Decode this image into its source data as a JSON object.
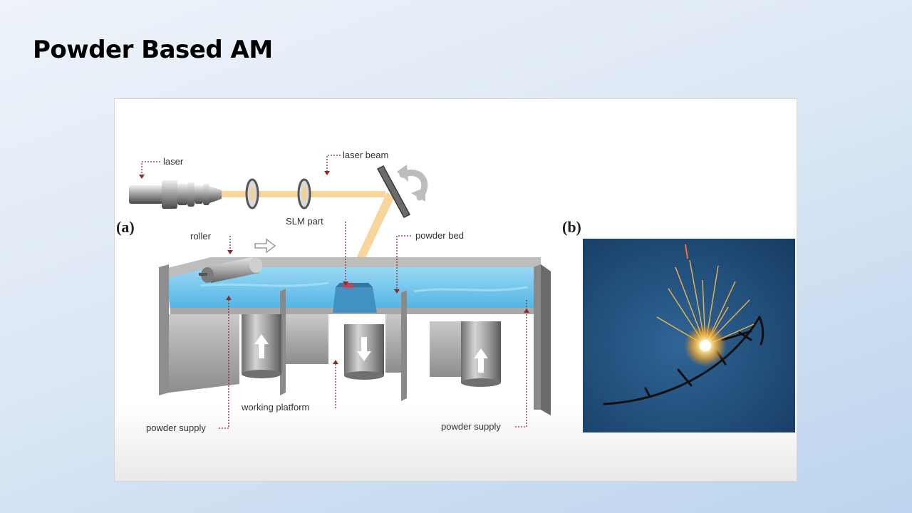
{
  "slide": {
    "title": "Powder Based AM"
  },
  "figure": {
    "panel_a": {
      "label": "(a)",
      "labels": {
        "laser": "laser",
        "laser_beam": "laser beam",
        "slm_part": "SLM part",
        "roller": "roller",
        "powder_bed": "powder bed",
        "powder_supply_left": "powder supply",
        "working_platform": "working platform",
        "powder_supply_right": "powder supply"
      }
    },
    "panel_b": {
      "label": "(b)"
    }
  },
  "colors": {
    "powder_blue": "#6cc4ec",
    "beam": "#f6d090",
    "machine_grey": "#9a9a9a",
    "leader_red": "#8b2a2a"
  }
}
